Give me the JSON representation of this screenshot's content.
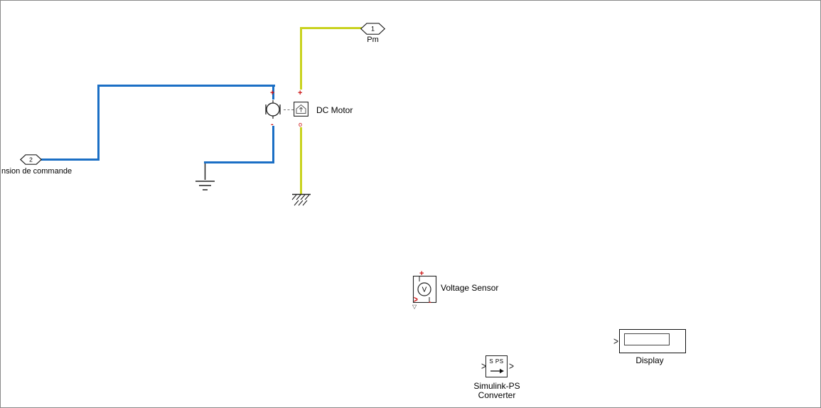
{
  "canvas": {
    "background": "#ffffff",
    "border_color": "#8a8a8a"
  },
  "colors": {
    "signal_line_blue": "#1b6fc5",
    "physical_line_yellow": "#c9d21f",
    "port_marker_red": "#cc1111",
    "block_border": "#222222"
  },
  "ports": {
    "outport1": {
      "number": "1",
      "label": "Pm"
    },
    "inport2": {
      "number": "2",
      "label": "nsion de commande"
    }
  },
  "blocks": {
    "dc_motor": {
      "label": "DC Motor",
      "plus": "+",
      "minus": "-",
      "port_circle": "o"
    },
    "voltage_sensor": {
      "label": "Voltage Sensor",
      "meter_symbol": "V",
      "plus": "+",
      "minus": "-",
      "signal_port_chevron": ">",
      "unconnected_marker": "▽"
    },
    "simulink_ps_converter": {
      "icon_text": "S PS",
      "label_line1": "Simulink-PS",
      "label_line2": "Converter",
      "input_chevron": ">",
      "output_chevron": ">"
    },
    "display": {
      "label": "Display",
      "input_chevron": ">",
      "value": ""
    }
  },
  "icons": {
    "motor_armature": "dc-motor-armature-icon",
    "house_arrow": "rotor-housing-icon",
    "electrical_ground": "electrical-reference-icon",
    "mechanical_ground": "mechanical-reference-icon",
    "voltmeter": "voltmeter-circle-icon"
  }
}
